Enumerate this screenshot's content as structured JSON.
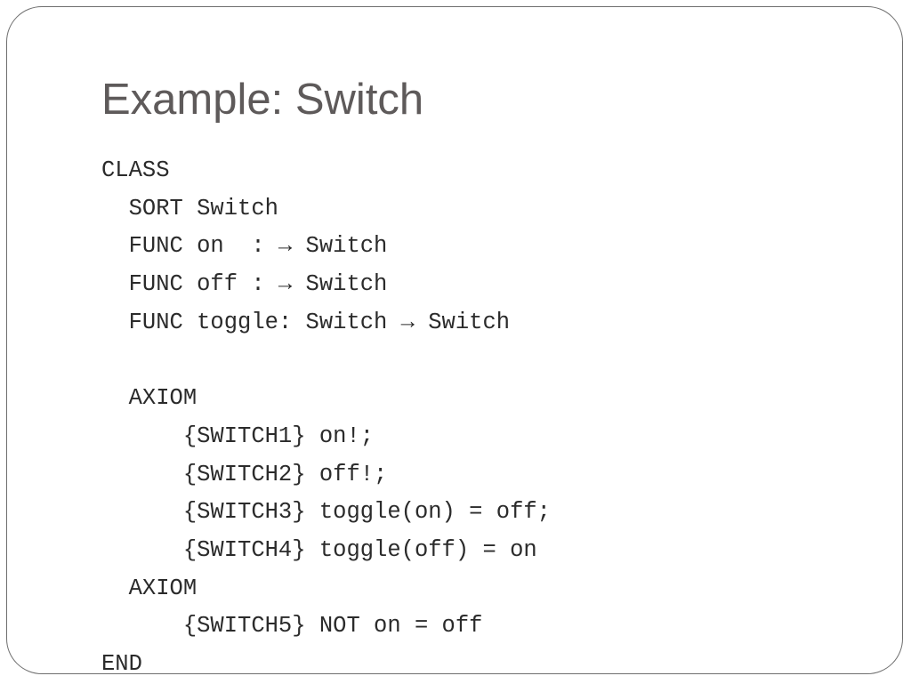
{
  "slide": {
    "title": "Example: Switch",
    "code_lines": [
      "CLASS",
      "  SORT Switch",
      "  FUNC on  : → Switch",
      "  FUNC off : → Switch",
      "  FUNC toggle: Switch → Switch",
      "",
      "  AXIOM",
      "      {SWITCH1} on!;",
      "      {SWITCH2} off!;",
      "      {SWITCH3} toggle(on) = off;",
      "      {SWITCH4} toggle(off) = on",
      "  AXIOM",
      "      {SWITCH5} NOT on = off",
      "END"
    ]
  },
  "colors": {
    "title": "#5e5a5a",
    "code": "#2b2b2b",
    "border": "#6e6e6e",
    "background": "#ffffff"
  }
}
